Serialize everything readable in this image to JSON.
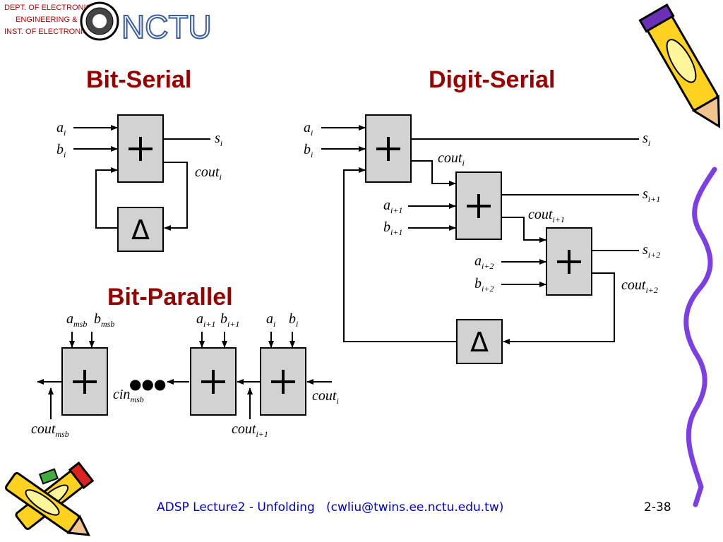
{
  "header": {
    "dept_line1": "DEPT. OF ELECTRONICS",
    "dept_line2": "ENGINEERING &",
    "dept_line3": "INST. OF ELECTRONICS",
    "logo_text": "NCTU"
  },
  "titles": {
    "bit_serial": "Bit-Serial",
    "digit_serial": "Digit-Serial",
    "bit_parallel": "Bit-Parallel"
  },
  "symbols": {
    "plus": "+",
    "delta": "Δ",
    "ellipsis": "●●●"
  },
  "bit_serial": {
    "a": "a",
    "a_sub": "i",
    "b": "b",
    "b_sub": "i",
    "s": "s",
    "s_sub": "i",
    "cout": "cout",
    "cout_sub": "i"
  },
  "digit_serial": {
    "a0": "a",
    "a0_sub": "i",
    "b0": "b",
    "b0_sub": "i",
    "s0": "s",
    "s0_sub": "i",
    "cout0": "cout",
    "cout0_sub": "i",
    "a1": "a",
    "a1_sub": "i+1",
    "b1": "b",
    "b1_sub": "i+1",
    "s1": "s",
    "s1_sub": "i+1",
    "cout1": "cout",
    "cout1_sub": "i+1",
    "a2": "a",
    "a2_sub": "i+2",
    "b2": "b",
    "b2_sub": "i+2",
    "s2": "s",
    "s2_sub": "i+2",
    "cout2": "cout",
    "cout2_sub": "i+2"
  },
  "bit_parallel": {
    "a_msb": "a",
    "a_msb_sub": "msb",
    "b_msb": "b",
    "b_msb_sub": "msb",
    "a_i1": "a",
    "a_i1_sub": "i+1",
    "b_i1": "b",
    "b_i1_sub": "i+1",
    "a_i": "a",
    "a_i_sub": "i",
    "b_i": "b",
    "b_i_sub": "i",
    "cin_msb": "cin",
    "cin_msb_sub": "msb",
    "cout_i": "cout",
    "cout_i_sub": "i",
    "cout_msb": "cout",
    "cout_msb_sub": "msb",
    "cout_i1": "cout",
    "cout_i1_sub": "i+1"
  },
  "footer": {
    "text": "ADSP Lecture2 - Unfolding   (cwliu@twins.ee.nctu.edu.tw)",
    "page": "2-38"
  },
  "colors": {
    "title": "#990000",
    "footer": "#0000cc",
    "box_fill": "#d2d2d2",
    "squiggle": "#7b3fe4"
  }
}
